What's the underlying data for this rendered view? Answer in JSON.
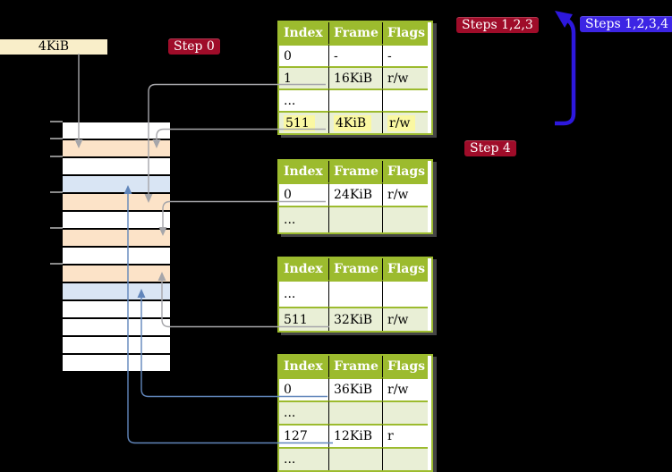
{
  "colors": {
    "background": "#000000",
    "address_box_bg": "#f9eec9",
    "badge_red": "#9f0c29",
    "badge_blue": "#3c25e4",
    "table_header_green": "#9cbb2e",
    "table_row_alt": "#e9efd6",
    "highlight_yellow": "#faf8a2",
    "frame_white": "#ffffff",
    "frame_peach": "#fce3c8",
    "frame_blue": "#d9e5f4",
    "arrow_gray": "#a6a6aa",
    "arrow_blue": "#6186bb",
    "big_arrow_blue": "#2d18dd",
    "tick_gray": "#8a8a8a"
  },
  "address_box": {
    "label": "4KiB"
  },
  "badges": {
    "step0": {
      "label": "Step 0"
    },
    "steps123": {
      "label": "Steps 1,2,3"
    },
    "steps1234": {
      "label": "Steps 1,2,3,4"
    },
    "step4": {
      "label": "Step 4"
    }
  },
  "tables": [
    {
      "name": "page-table-1",
      "headers": [
        "Index",
        "Frame",
        "Flags"
      ],
      "rows": [
        {
          "cells": [
            "0",
            "-",
            "-"
          ],
          "shaded": false,
          "highlighted": false
        },
        {
          "cells": [
            "1",
            "16KiB",
            "r/w"
          ],
          "shaded": true,
          "highlighted": false
        },
        {
          "cells": [
            "...",
            "",
            ""
          ],
          "shaded": false,
          "highlighted": false
        },
        {
          "cells": [
            "511",
            "4KiB",
            "r/w"
          ],
          "shaded": true,
          "highlighted": true
        }
      ]
    },
    {
      "name": "page-table-2",
      "headers": [
        "Index",
        "Frame",
        "Flags"
      ],
      "rows": [
        {
          "cells": [
            "0",
            "24KiB",
            "r/w"
          ],
          "shaded": false,
          "highlighted": false
        },
        {
          "cells": [
            "...",
            "",
            ""
          ],
          "shaded": true,
          "highlighted": false
        }
      ]
    },
    {
      "name": "page-table-3",
      "headers": [
        "Index",
        "Frame",
        "Flags"
      ],
      "rows": [
        {
          "cells": [
            "...",
            "",
            ""
          ],
          "shaded": false,
          "highlighted": false
        },
        {
          "cells": [
            "511",
            "32KiB",
            "r/w"
          ],
          "shaded": true,
          "highlighted": false
        }
      ]
    },
    {
      "name": "page-table-4",
      "headers": [
        "Index",
        "Frame",
        "Flags"
      ],
      "rows": [
        {
          "cells": [
            "0",
            "36KiB",
            "r/w"
          ],
          "shaded": false,
          "highlighted": false
        },
        {
          "cells": [
            "...",
            "",
            ""
          ],
          "shaded": true,
          "highlighted": false
        },
        {
          "cells": [
            "127",
            "12KiB",
            "r"
          ],
          "shaded": false,
          "highlighted": false
        },
        {
          "cells": [
            "...",
            "",
            ""
          ],
          "shaded": true,
          "highlighted": false
        }
      ]
    }
  ],
  "memory": {
    "frames": [
      "white",
      "peach",
      "white",
      "blue",
      "peach",
      "white",
      "peach",
      "white",
      "peach",
      "blue",
      "white",
      "white",
      "white",
      "white"
    ]
  }
}
